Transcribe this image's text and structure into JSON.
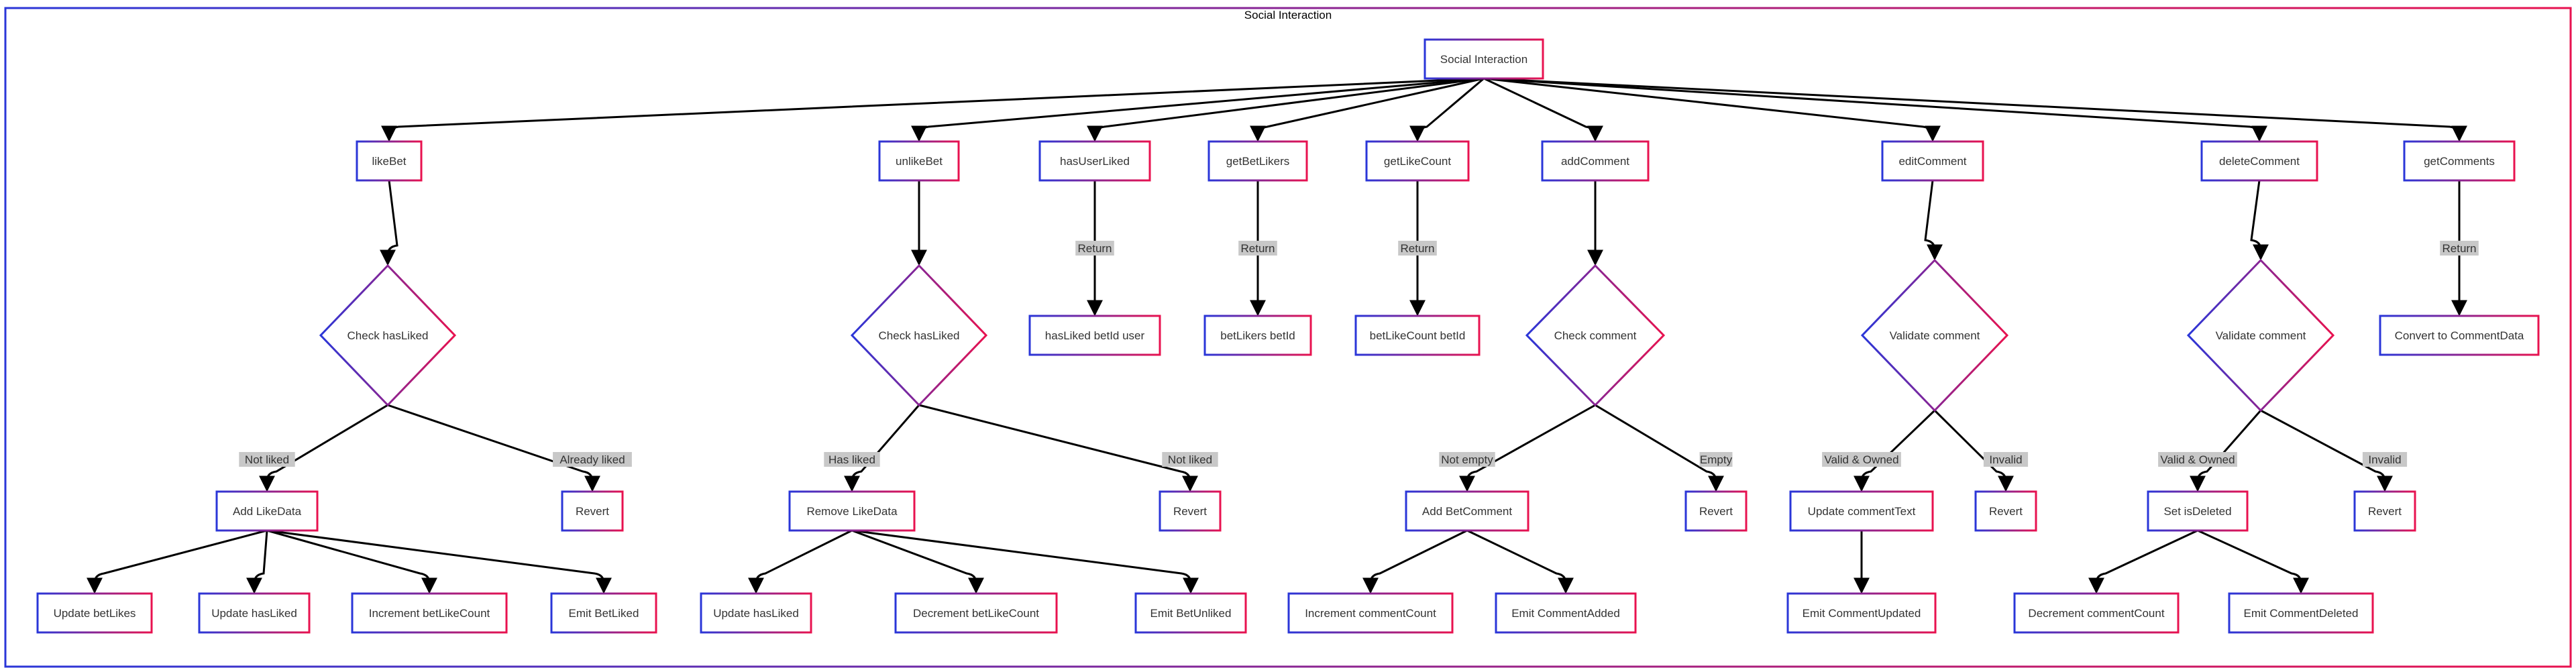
{
  "diagram": {
    "title": "Social Interaction",
    "colors": {
      "gradient_start": "#2a36d8",
      "gradient_end": "#e8124f",
      "edge": "#000000",
      "edge_label_bg": "#c8c8c8"
    }
  },
  "nodes": [
    {
      "id": "root",
      "shape": "rect",
      "label": "Social Interaction"
    },
    {
      "id": "likeBet",
      "shape": "rect",
      "label": "likeBet"
    },
    {
      "id": "unlikeBet",
      "shape": "rect",
      "label": "unlikeBet"
    },
    {
      "id": "hasUserLiked",
      "shape": "rect",
      "label": "hasUserLiked"
    },
    {
      "id": "getBetLikers",
      "shape": "rect",
      "label": "getBetLikers"
    },
    {
      "id": "getLikeCount",
      "shape": "rect",
      "label": "getLikeCount"
    },
    {
      "id": "addComment",
      "shape": "rect",
      "label": "addComment"
    },
    {
      "id": "editComment",
      "shape": "rect",
      "label": "editComment"
    },
    {
      "id": "deleteComment",
      "shape": "rect",
      "label": "deleteComment"
    },
    {
      "id": "getComments",
      "shape": "rect",
      "label": "getComments"
    },
    {
      "id": "checkLike1",
      "shape": "diamond",
      "label": "Check hasLiked"
    },
    {
      "id": "checkLike2",
      "shape": "diamond",
      "label": "Check hasLiked"
    },
    {
      "id": "checkComment",
      "shape": "diamond",
      "label": "Check comment"
    },
    {
      "id": "validate1",
      "shape": "diamond",
      "label": "Validate comment"
    },
    {
      "id": "validate2",
      "shape": "diamond",
      "label": "Validate comment"
    },
    {
      "id": "hasLikedRet",
      "shape": "rect",
      "label": "hasLiked betId user"
    },
    {
      "id": "betLikersRet",
      "shape": "rect",
      "label": "betLikers betId"
    },
    {
      "id": "likeCountRet",
      "shape": "rect",
      "label": "betLikeCount betId"
    },
    {
      "id": "convert",
      "shape": "rect",
      "label": "Convert to CommentData"
    },
    {
      "id": "addLikeData",
      "shape": "rect",
      "label": "Add LikeData"
    },
    {
      "id": "revert1",
      "shape": "rect",
      "label": "Revert"
    },
    {
      "id": "removeLikeData",
      "shape": "rect",
      "label": "Remove LikeData"
    },
    {
      "id": "revert2",
      "shape": "rect",
      "label": "Revert"
    },
    {
      "id": "addBetComment",
      "shape": "rect",
      "label": "Add BetComment"
    },
    {
      "id": "revert3",
      "shape": "rect",
      "label": "Revert"
    },
    {
      "id": "updateText",
      "shape": "rect",
      "label": "Update commentText"
    },
    {
      "id": "revert4",
      "shape": "rect",
      "label": "Revert"
    },
    {
      "id": "setDeleted",
      "shape": "rect",
      "label": "Set isDeleted"
    },
    {
      "id": "revert5",
      "shape": "rect",
      "label": "Revert"
    },
    {
      "id": "updBetLikes",
      "shape": "rect",
      "label": "Update betLikes"
    },
    {
      "id": "updHasLiked1",
      "shape": "rect",
      "label": "Update hasLiked"
    },
    {
      "id": "incLikeCount",
      "shape": "rect",
      "label": "Increment betLikeCount"
    },
    {
      "id": "emitLiked",
      "shape": "rect",
      "label": "Emit BetLiked"
    },
    {
      "id": "updHasLiked2",
      "shape": "rect",
      "label": "Update hasLiked"
    },
    {
      "id": "decLikeCount",
      "shape": "rect",
      "label": "Decrement betLikeCount"
    },
    {
      "id": "emitUnliked",
      "shape": "rect",
      "label": "Emit BetUnliked"
    },
    {
      "id": "incCommentCount",
      "shape": "rect",
      "label": "Increment commentCount"
    },
    {
      "id": "emitAdded",
      "shape": "rect",
      "label": "Emit CommentAdded"
    },
    {
      "id": "emitUpdated",
      "shape": "rect",
      "label": "Emit CommentUpdated"
    },
    {
      "id": "decCommentCount",
      "shape": "rect",
      "label": "Decrement commentCount"
    },
    {
      "id": "emitDeleted",
      "shape": "rect",
      "label": "Emit CommentDeleted"
    }
  ],
  "edges": [
    {
      "from": "root",
      "to": "likeBet",
      "label": ""
    },
    {
      "from": "root",
      "to": "unlikeBet",
      "label": ""
    },
    {
      "from": "root",
      "to": "hasUserLiked",
      "label": ""
    },
    {
      "from": "root",
      "to": "getBetLikers",
      "label": ""
    },
    {
      "from": "root",
      "to": "getLikeCount",
      "label": ""
    },
    {
      "from": "root",
      "to": "addComment",
      "label": ""
    },
    {
      "from": "root",
      "to": "editComment",
      "label": ""
    },
    {
      "from": "root",
      "to": "deleteComment",
      "label": ""
    },
    {
      "from": "root",
      "to": "getComments",
      "label": ""
    },
    {
      "from": "likeBet",
      "to": "checkLike1",
      "label": ""
    },
    {
      "from": "unlikeBet",
      "to": "checkLike2",
      "label": ""
    },
    {
      "from": "hasUserLiked",
      "to": "hasLikedRet",
      "label": "Return"
    },
    {
      "from": "getBetLikers",
      "to": "betLikersRet",
      "label": "Return"
    },
    {
      "from": "getLikeCount",
      "to": "likeCountRet",
      "label": "Return"
    },
    {
      "from": "addComment",
      "to": "checkComment",
      "label": ""
    },
    {
      "from": "editComment",
      "to": "validate1",
      "label": ""
    },
    {
      "from": "deleteComment",
      "to": "validate2",
      "label": ""
    },
    {
      "from": "getComments",
      "to": "convert",
      "label": "Return"
    },
    {
      "from": "checkLike1",
      "to": "addLikeData",
      "label": "Not liked"
    },
    {
      "from": "checkLike1",
      "to": "revert1",
      "label": "Already liked"
    },
    {
      "from": "checkLike2",
      "to": "removeLikeData",
      "label": "Has liked"
    },
    {
      "from": "checkLike2",
      "to": "revert2",
      "label": "Not liked"
    },
    {
      "from": "checkComment",
      "to": "addBetComment",
      "label": "Not empty"
    },
    {
      "from": "checkComment",
      "to": "revert3",
      "label": "Empty"
    },
    {
      "from": "validate1",
      "to": "updateText",
      "label": "Valid & Owned"
    },
    {
      "from": "validate1",
      "to": "revert4",
      "label": "Invalid"
    },
    {
      "from": "validate2",
      "to": "setDeleted",
      "label": "Valid & Owned"
    },
    {
      "from": "validate2",
      "to": "revert5",
      "label": "Invalid"
    },
    {
      "from": "addLikeData",
      "to": "updBetLikes",
      "label": ""
    },
    {
      "from": "addLikeData",
      "to": "updHasLiked1",
      "label": ""
    },
    {
      "from": "addLikeData",
      "to": "incLikeCount",
      "label": ""
    },
    {
      "from": "addLikeData",
      "to": "emitLiked",
      "label": ""
    },
    {
      "from": "removeLikeData",
      "to": "updHasLiked2",
      "label": ""
    },
    {
      "from": "removeLikeData",
      "to": "decLikeCount",
      "label": ""
    },
    {
      "from": "removeLikeData",
      "to": "emitUnliked",
      "label": ""
    },
    {
      "from": "addBetComment",
      "to": "incCommentCount",
      "label": ""
    },
    {
      "from": "addBetComment",
      "to": "emitAdded",
      "label": ""
    },
    {
      "from": "updateText",
      "to": "emitUpdated",
      "label": ""
    },
    {
      "from": "setDeleted",
      "to": "decCommentCount",
      "label": ""
    },
    {
      "from": "setDeleted",
      "to": "emitDeleted",
      "label": ""
    }
  ]
}
